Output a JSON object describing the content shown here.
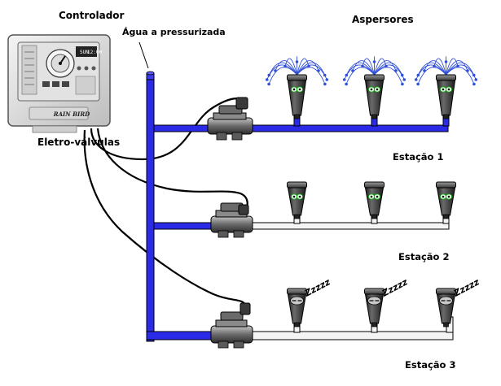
{
  "labels": {
    "controller": "Controlador",
    "water": "Água a pressurizada",
    "sprinklers": "Aspersores",
    "valves": "Eletro-válvulas",
    "station1": "Estação 1",
    "station2": "Estação 2",
    "station3": "Estação 3"
  },
  "controller_display": {
    "left": "SUN",
    "right": "12:00",
    "brand": "RAIN BIRD"
  },
  "snore": "Zzzzz",
  "colors": {
    "water": "#2a2ae8",
    "pipe_empty": "#f4f4f4",
    "outline": "#000000",
    "spray": "#3050d8",
    "body": "#3a3a3a",
    "valve": "#707070"
  },
  "stations": [
    {
      "name": "Estação 1",
      "state": "watering"
    },
    {
      "name": "Estação 2",
      "state": "ready"
    },
    {
      "name": "Estação 3",
      "state": "sleeping"
    }
  ]
}
